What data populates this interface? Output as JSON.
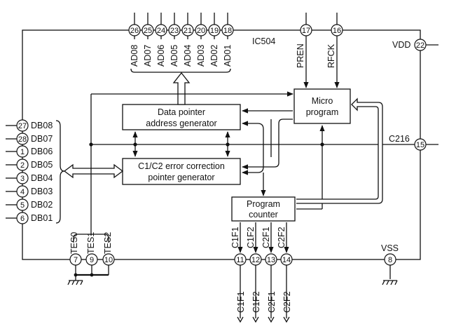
{
  "chip": {
    "name": "IC504"
  },
  "top_pins": [
    {
      "num": "26",
      "label": "AD08"
    },
    {
      "num": "25",
      "label": "AD07"
    },
    {
      "num": "24",
      "label": "AD06"
    },
    {
      "num": "23",
      "label": "AD05"
    },
    {
      "num": "21",
      "label": "AD04"
    },
    {
      "num": "20",
      "label": "AD03"
    },
    {
      "num": "19",
      "label": "AD02"
    },
    {
      "num": "18",
      "label": "AD01"
    },
    {
      "num": "17",
      "label": "PREN"
    },
    {
      "num": "16",
      "label": "RFCK"
    }
  ],
  "left_pins": [
    {
      "num": "27",
      "label": "DB08"
    },
    {
      "num": "28",
      "label": "DB07"
    },
    {
      "num": "1",
      "label": "DB06"
    },
    {
      "num": "2",
      "label": "DB05"
    },
    {
      "num": "3",
      "label": "DB04"
    },
    {
      "num": "4",
      "label": "DB03"
    },
    {
      "num": "5",
      "label": "DB02"
    },
    {
      "num": "6",
      "label": "DB01"
    }
  ],
  "right_pins": [
    {
      "num": "22",
      "label": "VDD"
    },
    {
      "num": "15",
      "label": "C216"
    }
  ],
  "bottom_test_pins": [
    {
      "num": "7",
      "label": "TES0"
    },
    {
      "num": "9",
      "label": "TES1"
    },
    {
      "num": "10",
      "label": "TES2"
    }
  ],
  "bottom_io_pins": [
    {
      "num": "11",
      "label_in": "C1F1",
      "label_out": "C1F1"
    },
    {
      "num": "12",
      "label_in": "C1F2",
      "label_out": "C1F2"
    },
    {
      "num": "13",
      "label_in": "C2F1",
      "label_out": "C2F1"
    },
    {
      "num": "14",
      "label_in": "C2F2",
      "label_out": "C2F2"
    }
  ],
  "vss_pin": {
    "num": "8",
    "label": "VSS"
  },
  "blocks": {
    "data_pointer": [
      "Data pointer",
      "address generator"
    ],
    "error_correction": [
      "C1/C2 error correction",
      "pointer generator"
    ],
    "micro_program": [
      "Micro",
      "program"
    ],
    "program_counter": [
      "Program",
      "counter"
    ]
  }
}
